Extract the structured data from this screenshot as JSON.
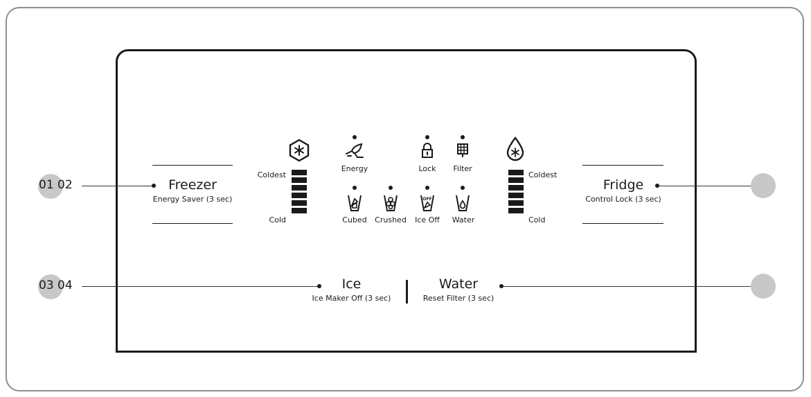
{
  "freezer": {
    "title": "Freezer",
    "subtitle": "Energy Saver (3 sec)",
    "icon": "snowflake-hexagon-icon"
  },
  "fridge": {
    "title": "Fridge",
    "subtitle": "Control Lock (3 sec)",
    "icon": "water-drop-snowflake-icon"
  },
  "ice": {
    "title": "Ice",
    "subtitle": "Ice Maker Off (3 sec)"
  },
  "water": {
    "title": "Water",
    "subtitle": "Reset Filter (3 sec)"
  },
  "callouts": {
    "row1": "01 02",
    "row2": "03 04"
  },
  "freezer_scale": {
    "top_label": "Coldest",
    "bottom_label": "Cold",
    "bars": 6
  },
  "fridge_scale": {
    "top_label": "Coldest",
    "bottom_label": "Cold",
    "bars": 6
  },
  "indicators_top": [
    {
      "label": "Energy",
      "icon": "energy-leaf-plug-icon"
    },
    {
      "label": "Lock",
      "icon": "lock-icon"
    },
    {
      "label": "Filter",
      "icon": "filter-icon"
    }
  ],
  "indicators_bottom": [
    {
      "label": "Cubed",
      "icon": "cubed-ice-icon"
    },
    {
      "label": "Crushed",
      "icon": "crushed-ice-icon"
    },
    {
      "label": "Ice Off",
      "icon": "ice-off-icon",
      "icon_text": "OFF"
    },
    {
      "label": "Water",
      "icon": "water-cup-icon"
    }
  ],
  "colors": {
    "ink": "#1a1a1a",
    "callout_circle": "#c8c8c8",
    "frame": "#8e8e8e"
  }
}
